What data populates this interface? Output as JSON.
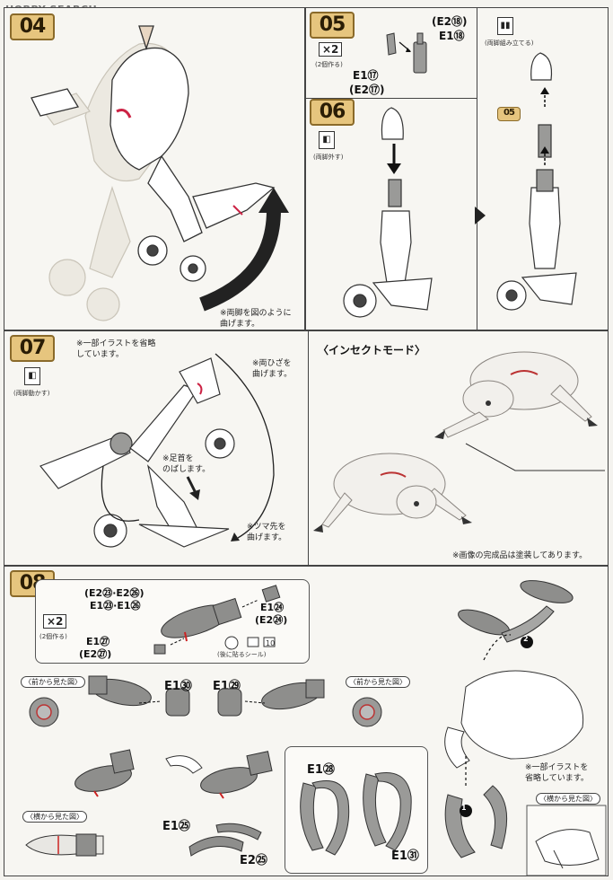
{
  "watermark": "HOBBY SEARCH",
  "steps": {
    "s04": {
      "number": "04",
      "note": "※両脚を図のように\n曲げます。"
    },
    "s05": {
      "number": "05",
      "qty": "×2",
      "qty_note": "(2個作る)",
      "parts": [
        "(E2⑱)",
        "E1⑱",
        "E1⑰",
        "(E2⑰)"
      ],
      "icon_note": "(両脚組み立てる)",
      "ref_badge": "05"
    },
    "s06": {
      "number": "06",
      "icon_note": "(両脚外す)"
    },
    "s07": {
      "number": "07",
      "note_top": "※一部イラストを省略\nしています。",
      "icon_note": "(両脚動かす)",
      "note_knee": "※両ひざを\n曲げます。",
      "note_ankle": "※足首を\nのばします。",
      "note_toe": "※ツマ先を\n曲げます。",
      "mode_title": "〈インセクトモード〉",
      "photo_note": "※画像の完成品は塗装してあります。"
    },
    "s08": {
      "number": "08",
      "qty": "×2",
      "qty_note": "(2個作る)",
      "parts_top": [
        "(E2㉓·E2㉖)",
        "E1㉓·E1㉖",
        "E1㉔",
        "(E2㉔)",
        "E1㉗",
        "(E2㉗)"
      ],
      "sticker_note": "(後に貼るシール)",
      "sticker_num": "10",
      "front_view": "〈前から見た図〉",
      "front_view_2": "〈前から見た図〉",
      "part_30": "E1㉚",
      "part_29": "E1㉙",
      "side_view": "〈横から見た図〉",
      "side_view_2": "〈横から見た図〉",
      "part_25a": "E1㉕",
      "part_25b": "E2㉕",
      "part_28": "E1㉘",
      "part_31": "E1㉛",
      "note_omit": "※一部イラストを\n省略しています。",
      "arrow_1": "1",
      "arrow_2": "2"
    }
  }
}
